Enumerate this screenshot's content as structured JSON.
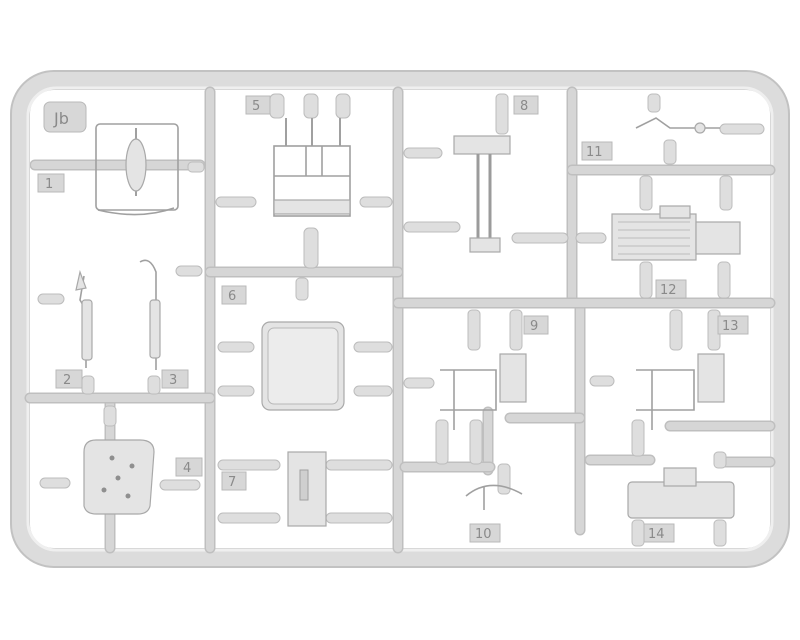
{
  "sprue": {
    "id_tag": "Jb",
    "part_numbers": [
      "1",
      "2",
      "3",
      "4",
      "5",
      "6",
      "7",
      "8",
      "9",
      "10",
      "11",
      "12",
      "13",
      "14"
    ]
  },
  "colors": {
    "background": "#ffffff",
    "plastic": "#dcdcdc",
    "plastic_shadow": "#b5b5b5",
    "label": "#8a8a8a"
  }
}
